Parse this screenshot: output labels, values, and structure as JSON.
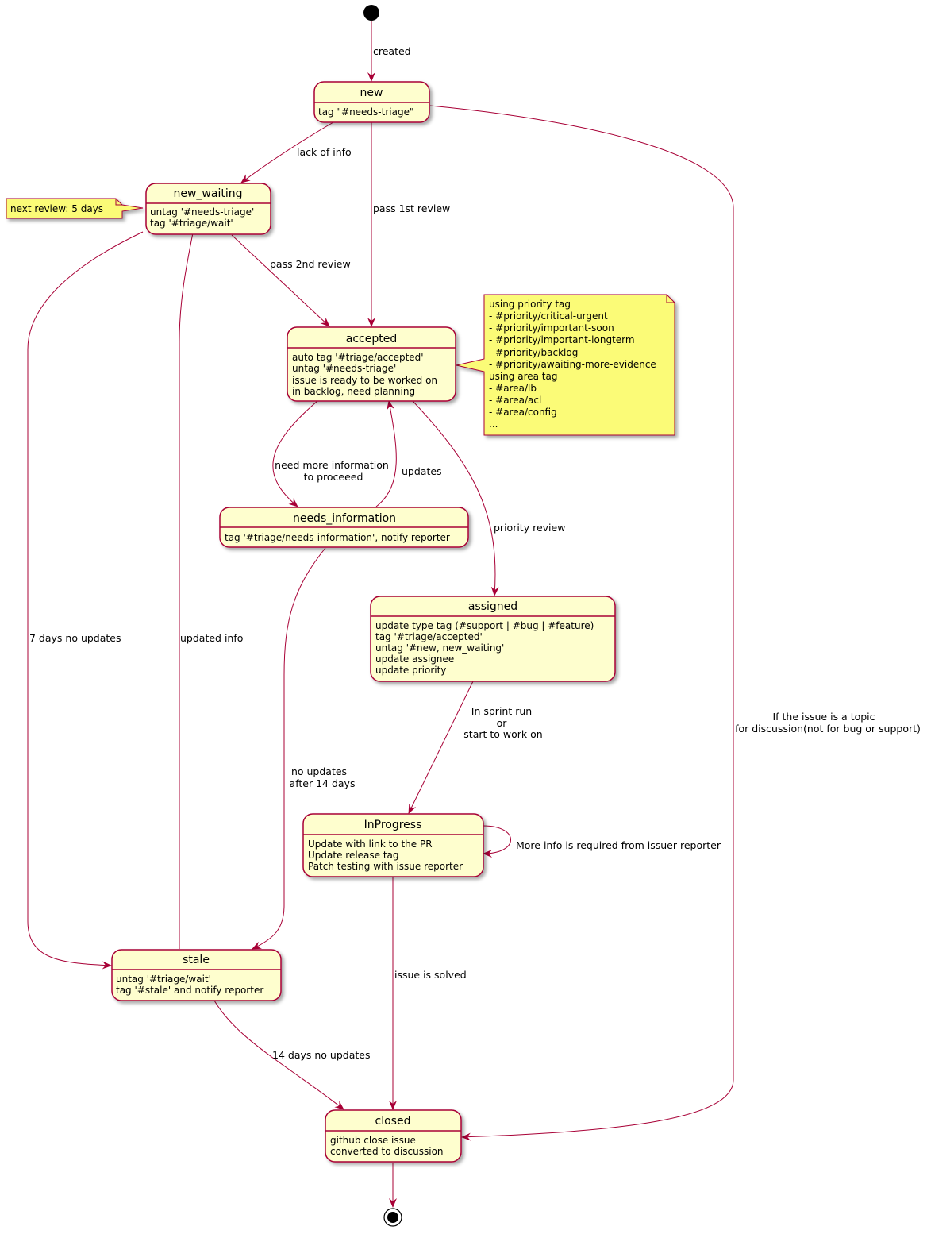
{
  "states": {
    "new": {
      "name": "new",
      "lines": [
        "tag \"#needs-triage\""
      ]
    },
    "new_waiting": {
      "name": "new_waiting",
      "lines": [
        "untag '#needs-triage'",
        "tag '#triage/wait'"
      ]
    },
    "accepted": {
      "name": "accepted",
      "lines": [
        "auto tag '#triage/accepted'",
        "untag '#needs-triage'",
        "issue is ready to be worked on",
        "in backlog, need planning"
      ]
    },
    "needs_information": {
      "name": "needs_information",
      "lines": [
        "tag '#triage/needs-information', notify reporter"
      ]
    },
    "assigned": {
      "name": "assigned",
      "lines": [
        "update type tag (#support | #bug | #feature)",
        "tag '#triage/accepted'",
        "untag '#new, new_waiting'",
        "update assignee",
        "update priority"
      ]
    },
    "inprogress": {
      "name": "InProgress",
      "lines": [
        "Update with link to the PR",
        "Update release tag",
        "Patch testing with issue reporter"
      ]
    },
    "stale": {
      "name": "stale",
      "lines": [
        "untag '#triage/wait'",
        "tag '#stale' and notify reporter"
      ]
    },
    "closed": {
      "name": "closed",
      "lines": [
        "github close issue",
        "converted to discussion"
      ]
    }
  },
  "transitions": {
    "created": [
      "created"
    ],
    "lack_of_info": [
      "lack of info"
    ],
    "pass_1st_review": [
      "pass 1st review"
    ],
    "pass_2nd_review": [
      "pass 2nd review"
    ],
    "need_more_info": [
      "need more information",
      "to proceeed"
    ],
    "updates": [
      "updates"
    ],
    "priority_review": [
      "priority review"
    ],
    "seven_days": [
      "7 days no updates"
    ],
    "updated_info": [
      "updated info"
    ],
    "no_updates_14": [
      "no updates",
      "after 14 days"
    ],
    "sprint_run": [
      "In sprint run",
      "or",
      "start to work on"
    ],
    "more_info_required": [
      "More info is required from issuer reporter"
    ],
    "issue_solved": [
      "issue is solved"
    ],
    "fourteen_days": [
      "14 days no updates"
    ],
    "discussion_topic": [
      "If the issue is a topic",
      "for discussion(not for bug or support)"
    ]
  },
  "notes": {
    "next_review": [
      "next review: 5 days"
    ],
    "tags": [
      "using priority tag",
      "- #priority/critical-urgent",
      "- #priority/important-soon",
      "- #priority/important-longterm",
      "- #priority/backlog",
      "- #priority/awaiting-more-evidence",
      "using area tag",
      "- #area/lb",
      "- #area/acl",
      "- #area/config",
      "..."
    ]
  }
}
